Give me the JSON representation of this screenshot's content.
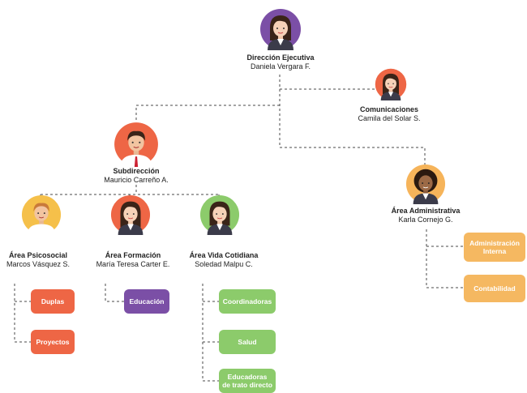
{
  "colors": {
    "purple": "#7b4fa6",
    "salmon": "#ee6645",
    "orange_light": "#f6b45a",
    "yellow": "#f5c04a",
    "green": "#8ccb6b",
    "pill_orange": "#ee6645",
    "pill_purple": "#7b4fa6",
    "pill_green": "#8ccb6b",
    "pill_amber": "#f5b861",
    "line": "#4a4a4a"
  },
  "nodes": {
    "direccion": {
      "role": "Dirección Ejecutiva",
      "name": "Daniela Vergara F.",
      "icon": "female-avatar-icon"
    },
    "comunicaciones": {
      "role": "Comunicaciones",
      "name": "Camila del Solar S.",
      "icon": "female-avatar-icon"
    },
    "subdireccion": {
      "role": "Subdirección",
      "name": "Mauricio Carreño A.",
      "icon": "male-avatar-icon"
    },
    "administrativa": {
      "role": "Área Administrativa",
      "name": "Karla Cornejo G.",
      "icon": "female-avatar-icon"
    },
    "psicosocial": {
      "role": "Área Psicosocial",
      "name": "Marcos Vásquez S.",
      "icon": "male-avatar-icon"
    },
    "formacion": {
      "role": "Área Formación",
      "name": "María Teresa Carter E.",
      "icon": "female-avatar-icon"
    },
    "vida": {
      "role": "Área Vida Cotidiana",
      "name": "Soledad Malpu C.",
      "icon": "female-avatar-icon"
    }
  },
  "pills": {
    "duplas": "Duplas",
    "proyectos": "Proyectos",
    "educacion": "Educación",
    "coordinadoras": "Coordinadoras",
    "salud": "Salud",
    "educadoras_1": "Educadoras",
    "educadoras_2": "de trato directo",
    "admin_1": "Administración",
    "admin_2": "Interna",
    "contabilidad": "Contabilidad"
  }
}
